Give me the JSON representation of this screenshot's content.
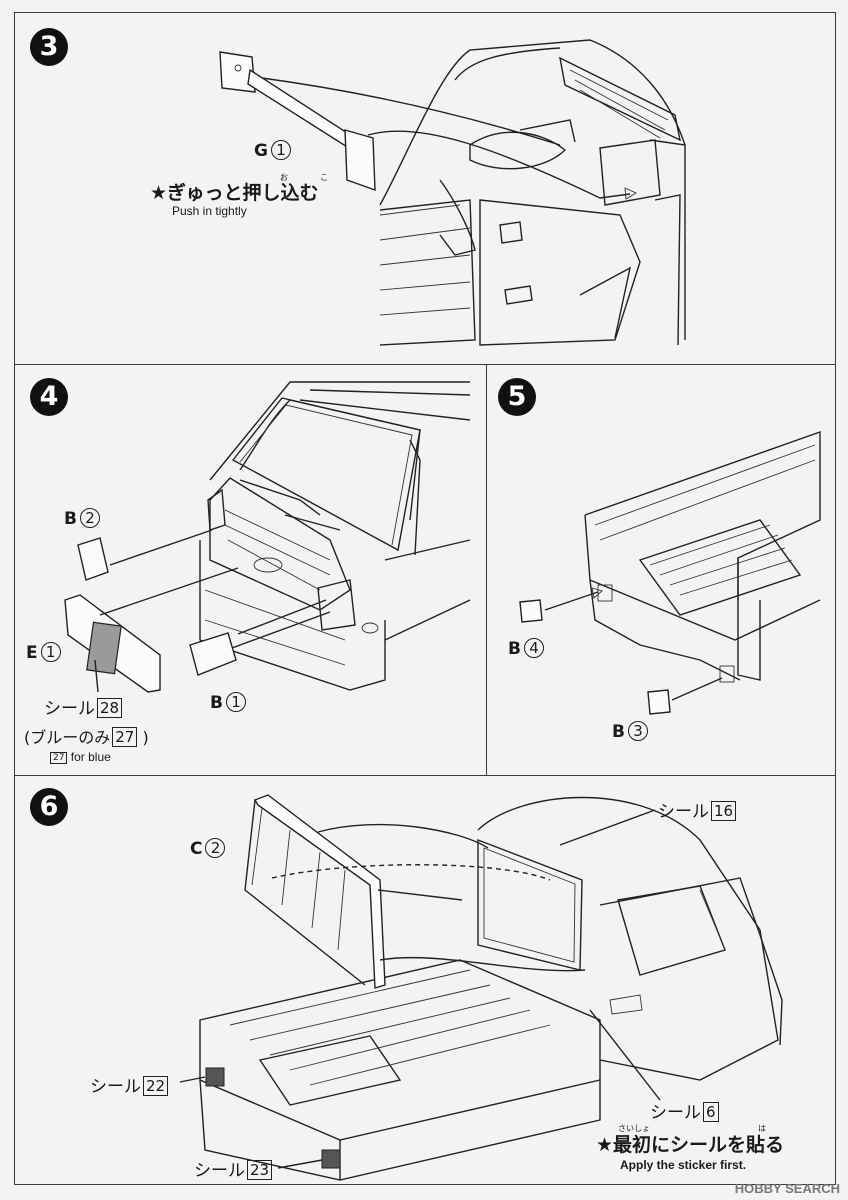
{
  "steps": {
    "s3": {
      "number": "3",
      "part": "G",
      "part_num": "1",
      "instruction_jp": "★ぎゅっと押し込む",
      "ruby_1": "お",
      "ruby_2": "こ",
      "instruction_en": "Push in tightly"
    },
    "s4": {
      "number": "4",
      "part_b2": "B",
      "part_b2_num": "2",
      "part_e1": "E",
      "part_e1_num": "1",
      "part_b1": "B",
      "part_b1_num": "1",
      "seal_label": "シール",
      "seal_num": "28",
      "blue_prefix": "(ブルーのみ",
      "blue_num": "27",
      "blue_suffix": ")",
      "blue_en_num": "27",
      "blue_en": "for blue"
    },
    "s5": {
      "number": "5",
      "part_b4": "B",
      "part_b4_num": "4",
      "part_b3": "B",
      "part_b3_num": "3"
    },
    "s6": {
      "number": "6",
      "part_c2": "C",
      "part_c2_num": "2",
      "seal16_label": "シール",
      "seal16_num": "16",
      "seal22_label": "シール",
      "seal22_num": "22",
      "seal23_label": "シール",
      "seal23_num": "23",
      "seal6_label": "シール",
      "seal6_num": "6",
      "instruction_jp": "★最初にシールを貼る",
      "ruby_1": "さいしょ",
      "ruby_2": "は",
      "instruction_en": "Apply the sticker first."
    }
  },
  "watermark": "HOBBY SEARCH"
}
